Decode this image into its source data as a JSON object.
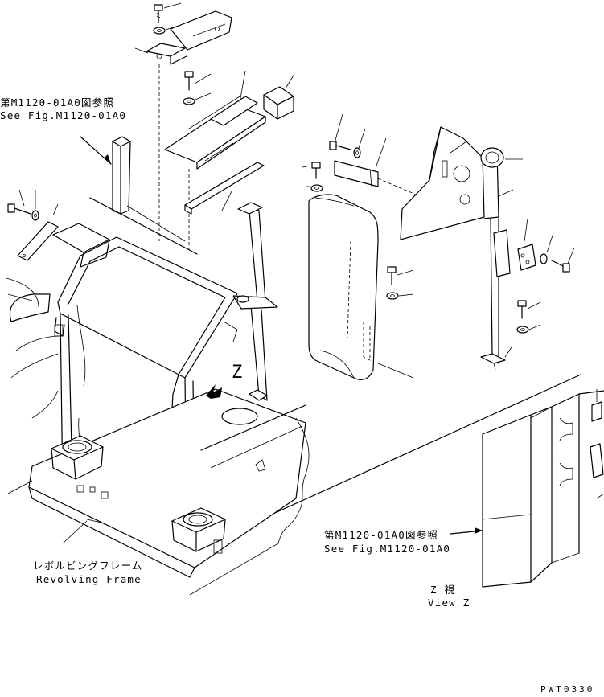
{
  "labels": {
    "ref_top_jp": "第M1120-01A0図参照",
    "ref_top_en": "See Fig.M1120-01A0",
    "ref_bottom_jp": "第M1120-01A0図参照",
    "ref_bottom_en": "See Fig.M1120-01A0",
    "frame_jp": "レボルビングフレーム",
    "frame_en": "Revolving Frame",
    "view_letter": "Z",
    "view_jp": "Z  視",
    "view_en": "View Z",
    "drawing_code": "PWT0330"
  },
  "icons": [
    "bolt-icon",
    "washer-icon",
    "view-arrow-icon"
  ]
}
